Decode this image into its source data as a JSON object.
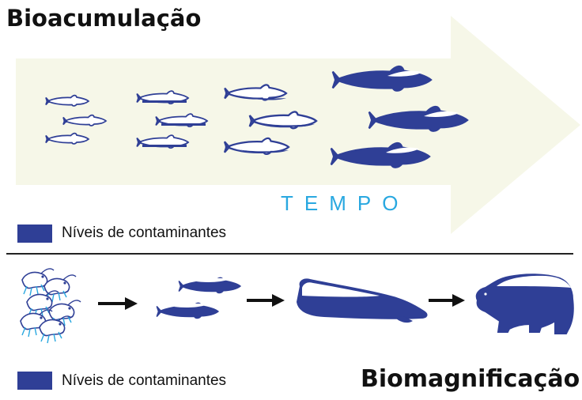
{
  "diagram": {
    "title_top": "Bioacumulação",
    "time_label": "TEMPO",
    "legend_top": "Níveis de contaminantes",
    "legend_bottom": "Níveis de contaminantes",
    "title_bottom": "Biomagnificação"
  },
  "colors": {
    "contaminant": "#2f3f96",
    "outline": "#2f3f96",
    "arrow_fill": "#f6f7e8",
    "time_label": "#29a8e0"
  },
  "icons": [
    "small-fish-icon",
    "shrimp-icon",
    "seal-icon",
    "polar-bear-icon",
    "right-arrow-icon"
  ]
}
